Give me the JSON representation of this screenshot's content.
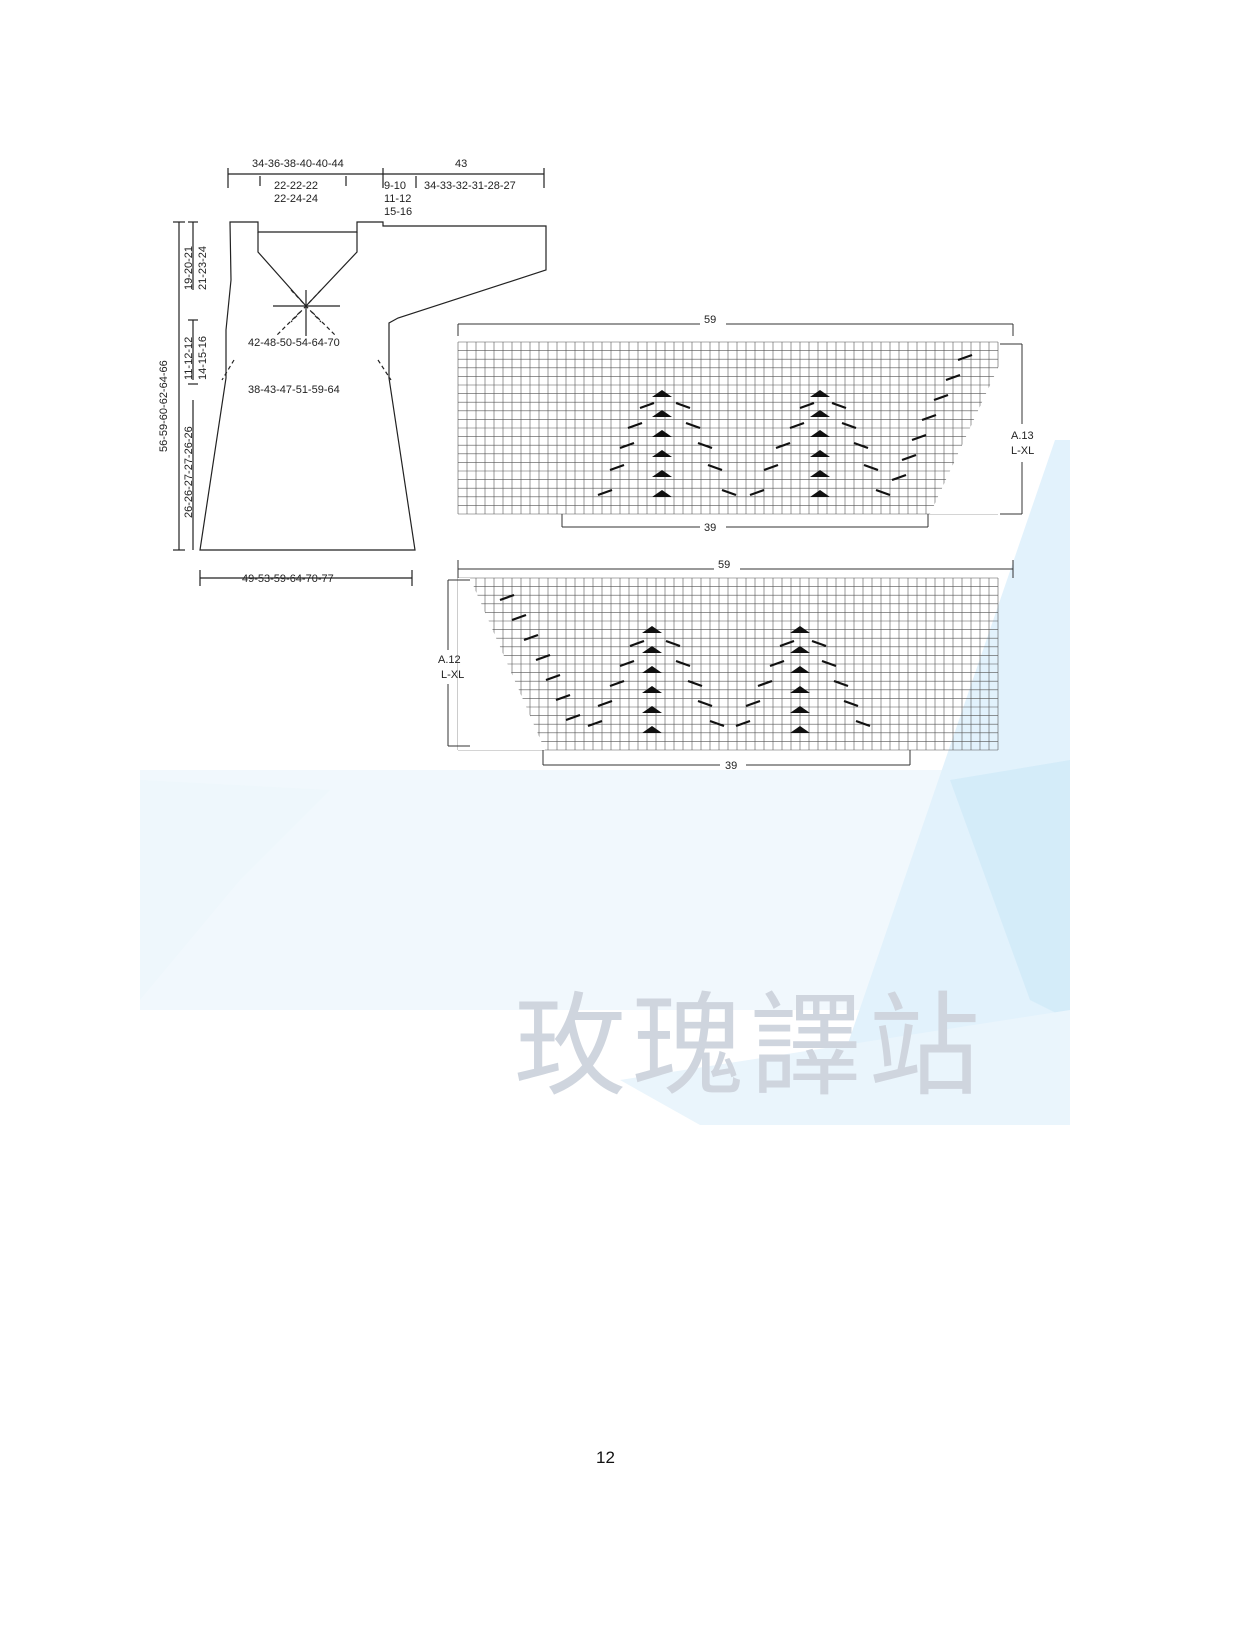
{
  "schematic": {
    "shoulder_width": "34-36-38-40-40-44",
    "neck_width_1": "22-22-22",
    "neck_width_2": "22-24-24",
    "strap_width_1": "9-10",
    "strap_width_2": "11-12",
    "strap_width_3": "15-16",
    "sleeve_length": "43",
    "sleeve_width": "34-33-32-31-28-27",
    "armhole_depth_1": "19-20-21",
    "armhole_depth_2": "21-23-24",
    "yoke_depth_1": "11-12-12",
    "yoke_depth_2": "14-15-16",
    "body_length": "56-59-60-62-64-66",
    "skirt_length": "26-26-27-27-26-26",
    "chest_width": "42-48-50-54-64-70",
    "waist_width": "38-43-47-51-59-64",
    "hem_width": "49-53-59-64-70-77"
  },
  "chart_a13": {
    "width_top": "59",
    "width_bottom": "39",
    "label_1": "A.13",
    "label_2": "L-XL"
  },
  "chart_a12": {
    "width_top": "59",
    "width_bottom": "39",
    "label_1": "A.12",
    "label_2": "L-XL"
  },
  "watermark": "玫瑰譯站",
  "page_number": "12"
}
